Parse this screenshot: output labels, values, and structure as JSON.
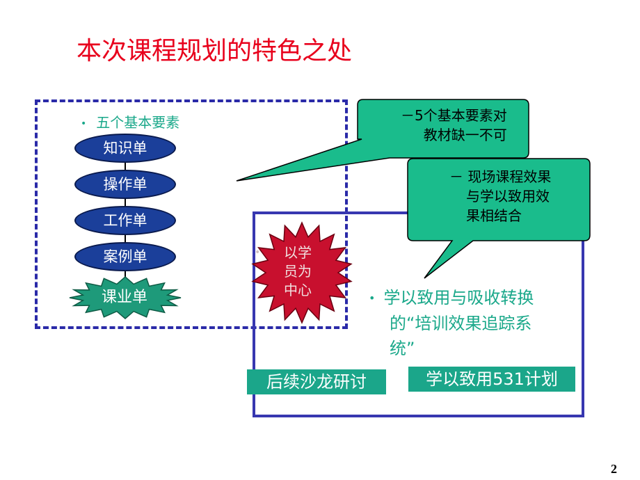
{
  "title": "本次课程规划的特色之处",
  "left_panel": {
    "bullet": "五个基本要素",
    "elements": [
      "知识单",
      "操作单",
      "工作单",
      "案例单"
    ],
    "highlight": "课业单"
  },
  "center_burst": {
    "lines": [
      "以学",
      "员为",
      "中心"
    ]
  },
  "callout1": {
    "lines": [
      "－5个基本要素对",
      "教材缺一不可"
    ]
  },
  "callout2": {
    "lines": [
      "－ 现场课程效果",
      "与学以致用效",
      "果相结合"
    ]
  },
  "right_panel": {
    "bullet_lines": [
      "学以致用与吸收转换",
      "的“培训效果追踪系",
      "统”"
    ],
    "label_left": "后续沙龙研讨",
    "label_right": "学以致用531计划"
  },
  "page_number": "2",
  "colors": {
    "title": "#e8001c",
    "teal_text": "#1aa88a",
    "ellipse_fill": "#1b3f9a",
    "callout_fill": "#1abc8c",
    "green_burst": "#1e9a7a",
    "red_burst": "#c8102e",
    "box_border": "#2a2aa8"
  }
}
